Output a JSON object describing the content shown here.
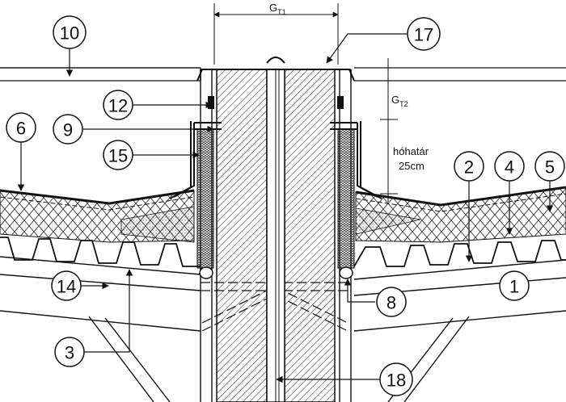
{
  "callouts": {
    "c1": "1",
    "c2": "2",
    "c3": "3",
    "c4": "4",
    "c5": "5",
    "c6": "6",
    "c8": "8",
    "c9": "9",
    "c10": "10",
    "c12": "12",
    "c14": "14",
    "c15": "15",
    "c17": "17",
    "c18": "18"
  },
  "dimensions": {
    "gt1_main": "G",
    "gt1_sub": "T1",
    "gt2_main": "G",
    "gt2_sub": "T2",
    "snow_line_1": "hóhatár",
    "snow_line_2": "25cm"
  },
  "colors": {
    "ink": "#111111",
    "paper": "#ffffff"
  }
}
